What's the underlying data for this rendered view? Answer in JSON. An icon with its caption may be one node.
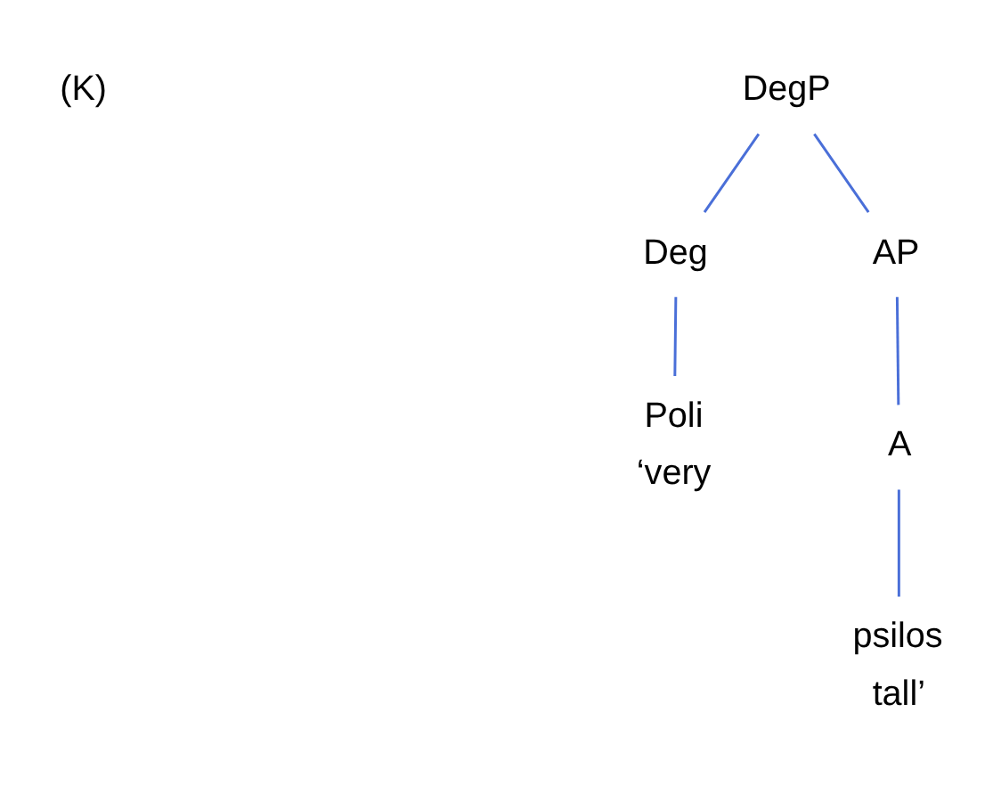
{
  "diagram": {
    "nodes": [
      {
        "text": [
          "DegP"
        ]
      },
      {
        "text": [
          "Deg"
        ]
      },
      {
        "text": [
          "AP"
        ]
      },
      {
        "text": [
          "A"
        ]
      },
      {
        "text": [
          "Poli"
        ],
        "beside": [
          "‘very"
        ]
      },
      {
        "text": [
          "psilos"
        ],
        "beside": [
          "tall’"
        ]
      }
    ],
    "edges": [
      {
        "from": 0,
        "to": 1,
        "arrow": "none"
      },
      {
        "from": 0,
        "to": 2,
        "arrow": "none"
      },
      {
        "from": 1,
        "to": 4,
        "arrow": "none"
      },
      {
        "from": 2,
        "to": 3,
        "arrow": "none"
      },
      {
        "from": 3,
        "to": 5,
        "arrow": "none"
      }
    ],
    "labels": [
      "(K)"
    ]
  }
}
